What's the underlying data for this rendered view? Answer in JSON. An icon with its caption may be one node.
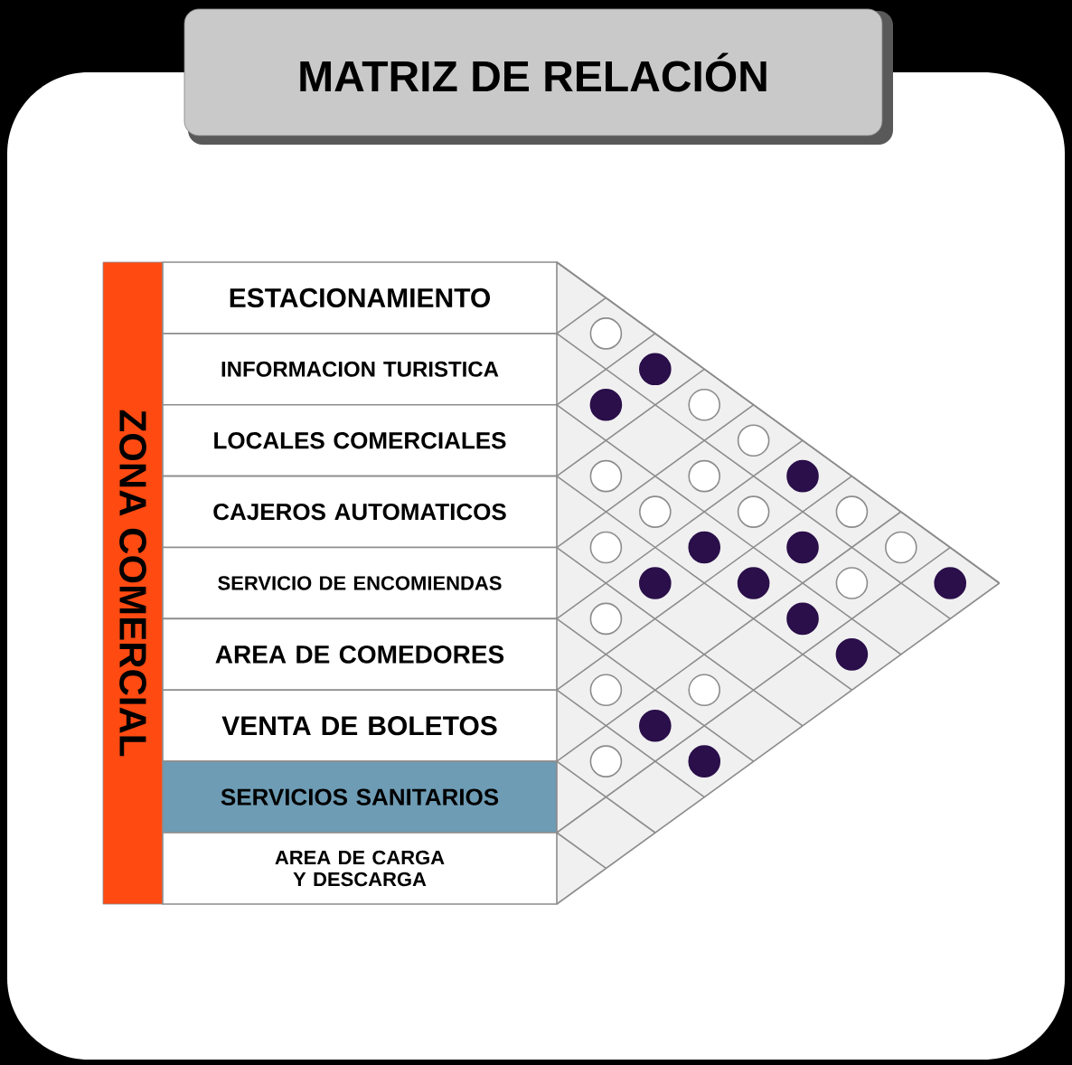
{
  "diagram": {
    "title": "MATRIZ DE RELACIÓN",
    "nodes": [
      {
        "text": [
          "ZONA COMERCIAL"
        ]
      },
      {
        "text": [
          "ESTACIONAMIENTO"
        ]
      },
      {
        "text": [
          "INFORMACION TURISTICA"
        ]
      },
      {
        "text": [
          "LOCALES COMERCIALES"
        ]
      },
      {
        "text": [
          "CAJEROS AUTOMATICOS"
        ]
      },
      {
        "text": [
          "SERVICIO DE ENCOMIENDAS"
        ]
      },
      {
        "text": [
          "AREA DE COMEDORES"
        ]
      },
      {
        "text": [
          "VENTA DE BOLETOS"
        ]
      },
      {
        "text": [
          "SERVICIOS SANITARIOS"
        ]
      },
      {
        "text": [
          "AREA DE CARGA Y DESCARGA"
        ]
      },
      {
        "text": [],
        "shape": "circle"
      },
      {
        "text": [],
        "shape": "dot"
      },
      {
        "text": [],
        "shape": "dot"
      },
      {
        "text": [],
        "shape": "circle"
      },
      {
        "text": [],
        "shape": "circle"
      },
      {
        "text": [],
        "shape": "circle"
      },
      {
        "text": [],
        "shape": "circle"
      },
      {
        "text": [],
        "shape": "dot"
      },
      {
        "text": [],
        "shape": "circle"
      },
      {
        "text": [],
        "shape": "circle"
      },
      {
        "text": [],
        "shape": "circle"
      },
      {
        "text": [],
        "shape": "circle"
      },
      {
        "text": [],
        "shape": "dot"
      },
      {
        "text": [],
        "shape": "dot"
      },
      {
        "text": [],
        "shape": "circle"
      },
      {
        "text": [],
        "shape": "dot"
      },
      {
        "text": [],
        "shape": "dot"
      },
      {
        "text": [],
        "shape": "circle"
      },
      {
        "text": [],
        "shape": "dot"
      },
      {
        "text": [],
        "shape": "circle"
      },
      {
        "text": [],
        "shape": "dot"
      },
      {
        "text": [],
        "shape": "dot"
      },
      {
        "text": [],
        "shape": "circle"
      },
      {
        "text": [],
        "shape": "circle"
      },
      {
        "text": [],
        "shape": "dot"
      },
      {
        "text": [],
        "shape": "circle"
      },
      {
        "text": [],
        "shape": "dot"
      }
    ]
  }
}
